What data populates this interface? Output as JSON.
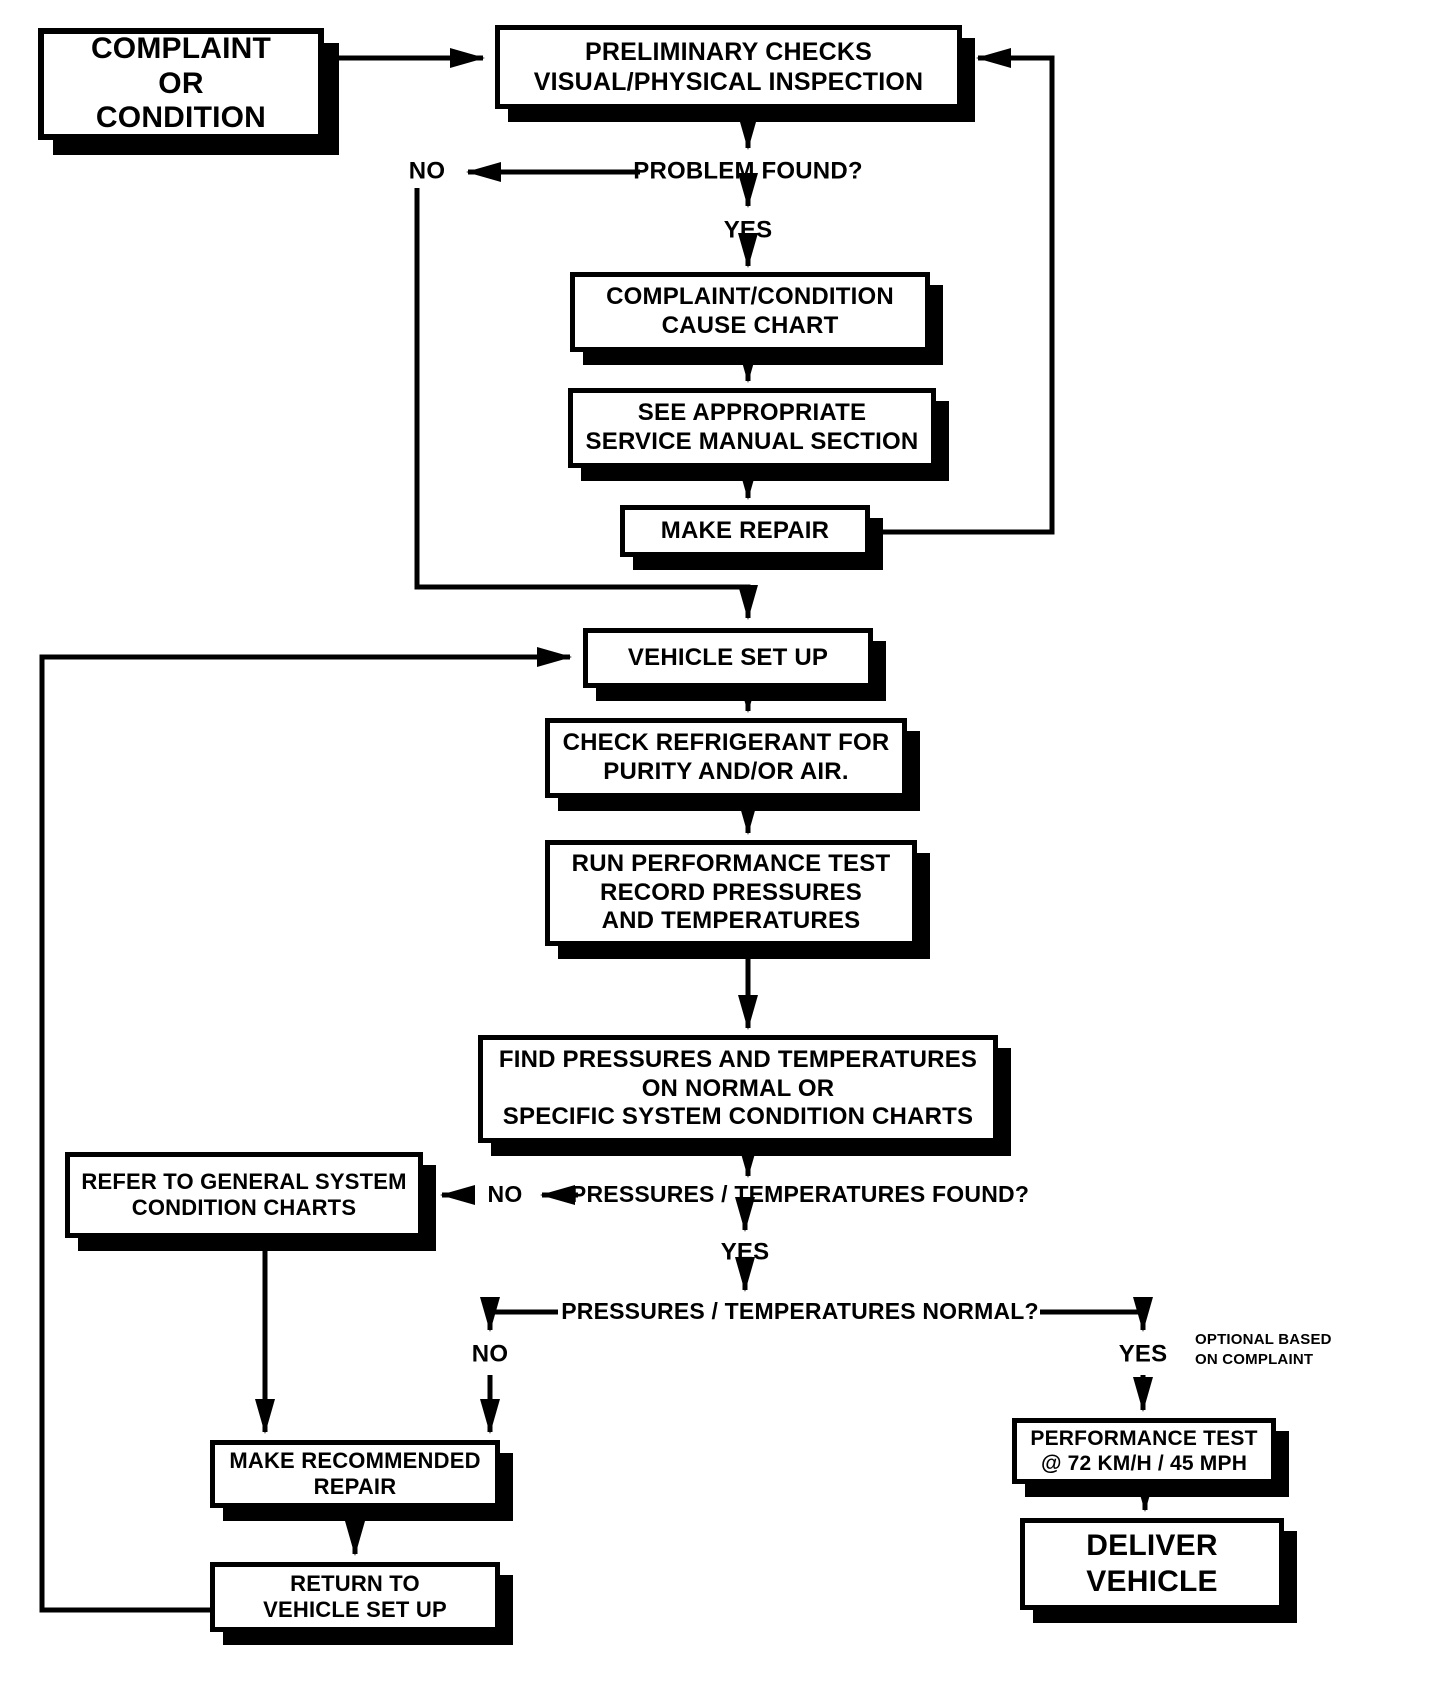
{
  "diagram": {
    "kind": "flowchart",
    "colors": {
      "ink": "#000000",
      "background": "#ffffff"
    },
    "nodes": {
      "complaint": {
        "label": "COMPLAINT\nOR\nCONDITION"
      },
      "preliminary": {
        "label": "PRELIMINARY CHECKS\nVISUAL/PHYSICAL INSPECTION"
      },
      "cause_chart": {
        "label": "COMPLAINT/CONDITION\nCAUSE CHART"
      },
      "see_manual": {
        "label": "SEE APPROPRIATE\nSERVICE MANUAL SECTION"
      },
      "make_repair": {
        "label": "MAKE REPAIR"
      },
      "vehicle_setup": {
        "label": "VEHICLE SET UP"
      },
      "check_refrigerant": {
        "label": "CHECK REFRIGERANT FOR\nPURITY AND/OR AIR."
      },
      "run_test": {
        "label": "RUN PERFORMANCE TEST\nRECORD PRESSURES\nAND TEMPERATURES"
      },
      "find_pressures": {
        "label": "FIND PRESSURES AND TEMPERATURES\nON NORMAL OR\nSPECIFIC SYSTEM CONDITION CHARTS"
      },
      "refer_charts": {
        "label": "REFER TO  GENERAL SYSTEM\nCONDITION CHARTS"
      },
      "make_recommended": {
        "label": "MAKE RECOMMENDED\nREPAIR"
      },
      "return_setup": {
        "label": "RETURN TO\nVEHICLE SET UP"
      },
      "performance_test": {
        "label": "PERFORMANCE TEST\n@ 72 KM/H / 45 MPH"
      },
      "deliver_vehicle": {
        "label": "DELIVER\nVEHICLE"
      }
    },
    "questions": {
      "problem_found": {
        "label": "PROBLEM FOUND?"
      },
      "pressures_found": {
        "label": "PRESSURES / TEMPERATURES FOUND?"
      },
      "pressures_normal": {
        "label": "PRESSURES / TEMPERATURES NORMAL?"
      }
    },
    "branches": {
      "problem_no": "NO",
      "problem_yes": "YES",
      "found_no": "NO",
      "found_yes": "YES",
      "normal_no": "NO",
      "normal_yes": "YES"
    },
    "annotations": {
      "optional_note": "OPTIONAL BASED\nON COMPLAINT"
    }
  }
}
